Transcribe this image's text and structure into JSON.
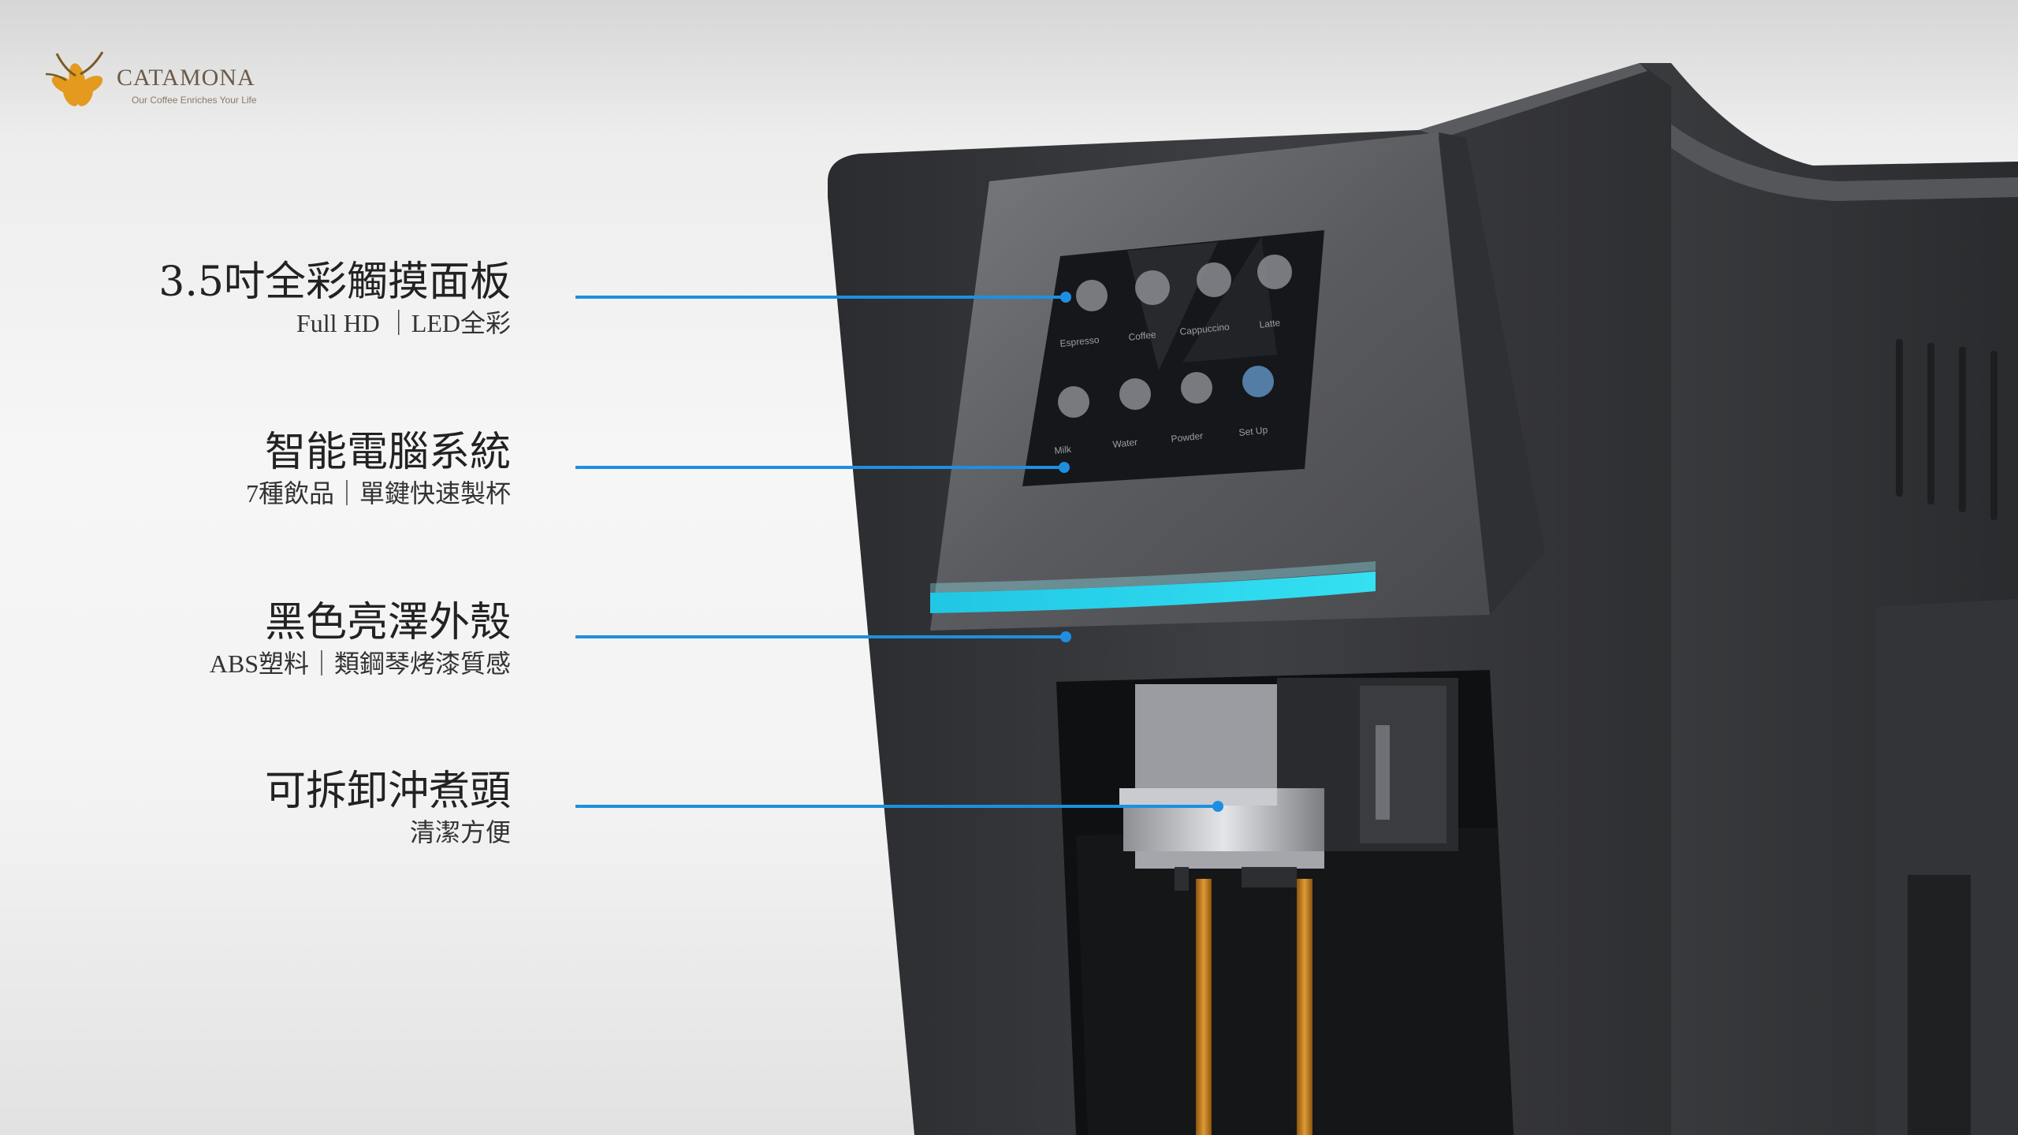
{
  "logo": {
    "name": "CATAMONA",
    "tagline": "Our Coffee Enriches Your Life",
    "colors": {
      "mark": "#e39a1f",
      "text": "#6b5a47"
    }
  },
  "features": [
    {
      "title": "3.5吋全彩觸摸面板",
      "subtitle": "Full HD ｜LED全彩"
    },
    {
      "title": "智能電腦系統",
      "subtitle": "7種飲品｜單鍵快速製杯"
    },
    {
      "title": "黑色亮澤外殼",
      "subtitle": "ABS塑料｜類鋼琴烤漆質感"
    },
    {
      "title": "可拆卸沖煮頭",
      "subtitle": "清潔方便"
    }
  ],
  "screen_menu": [
    "Espresso",
    "Coffee",
    "Cappuccino",
    "Latte",
    "Milk",
    "Water",
    "Powder",
    "Set Up"
  ],
  "colors": {
    "callout_line": "#1e8fe0",
    "light_bar": "#28d4ec",
    "machine": "#3b3c3f",
    "coffee": "#c27a1c"
  }
}
